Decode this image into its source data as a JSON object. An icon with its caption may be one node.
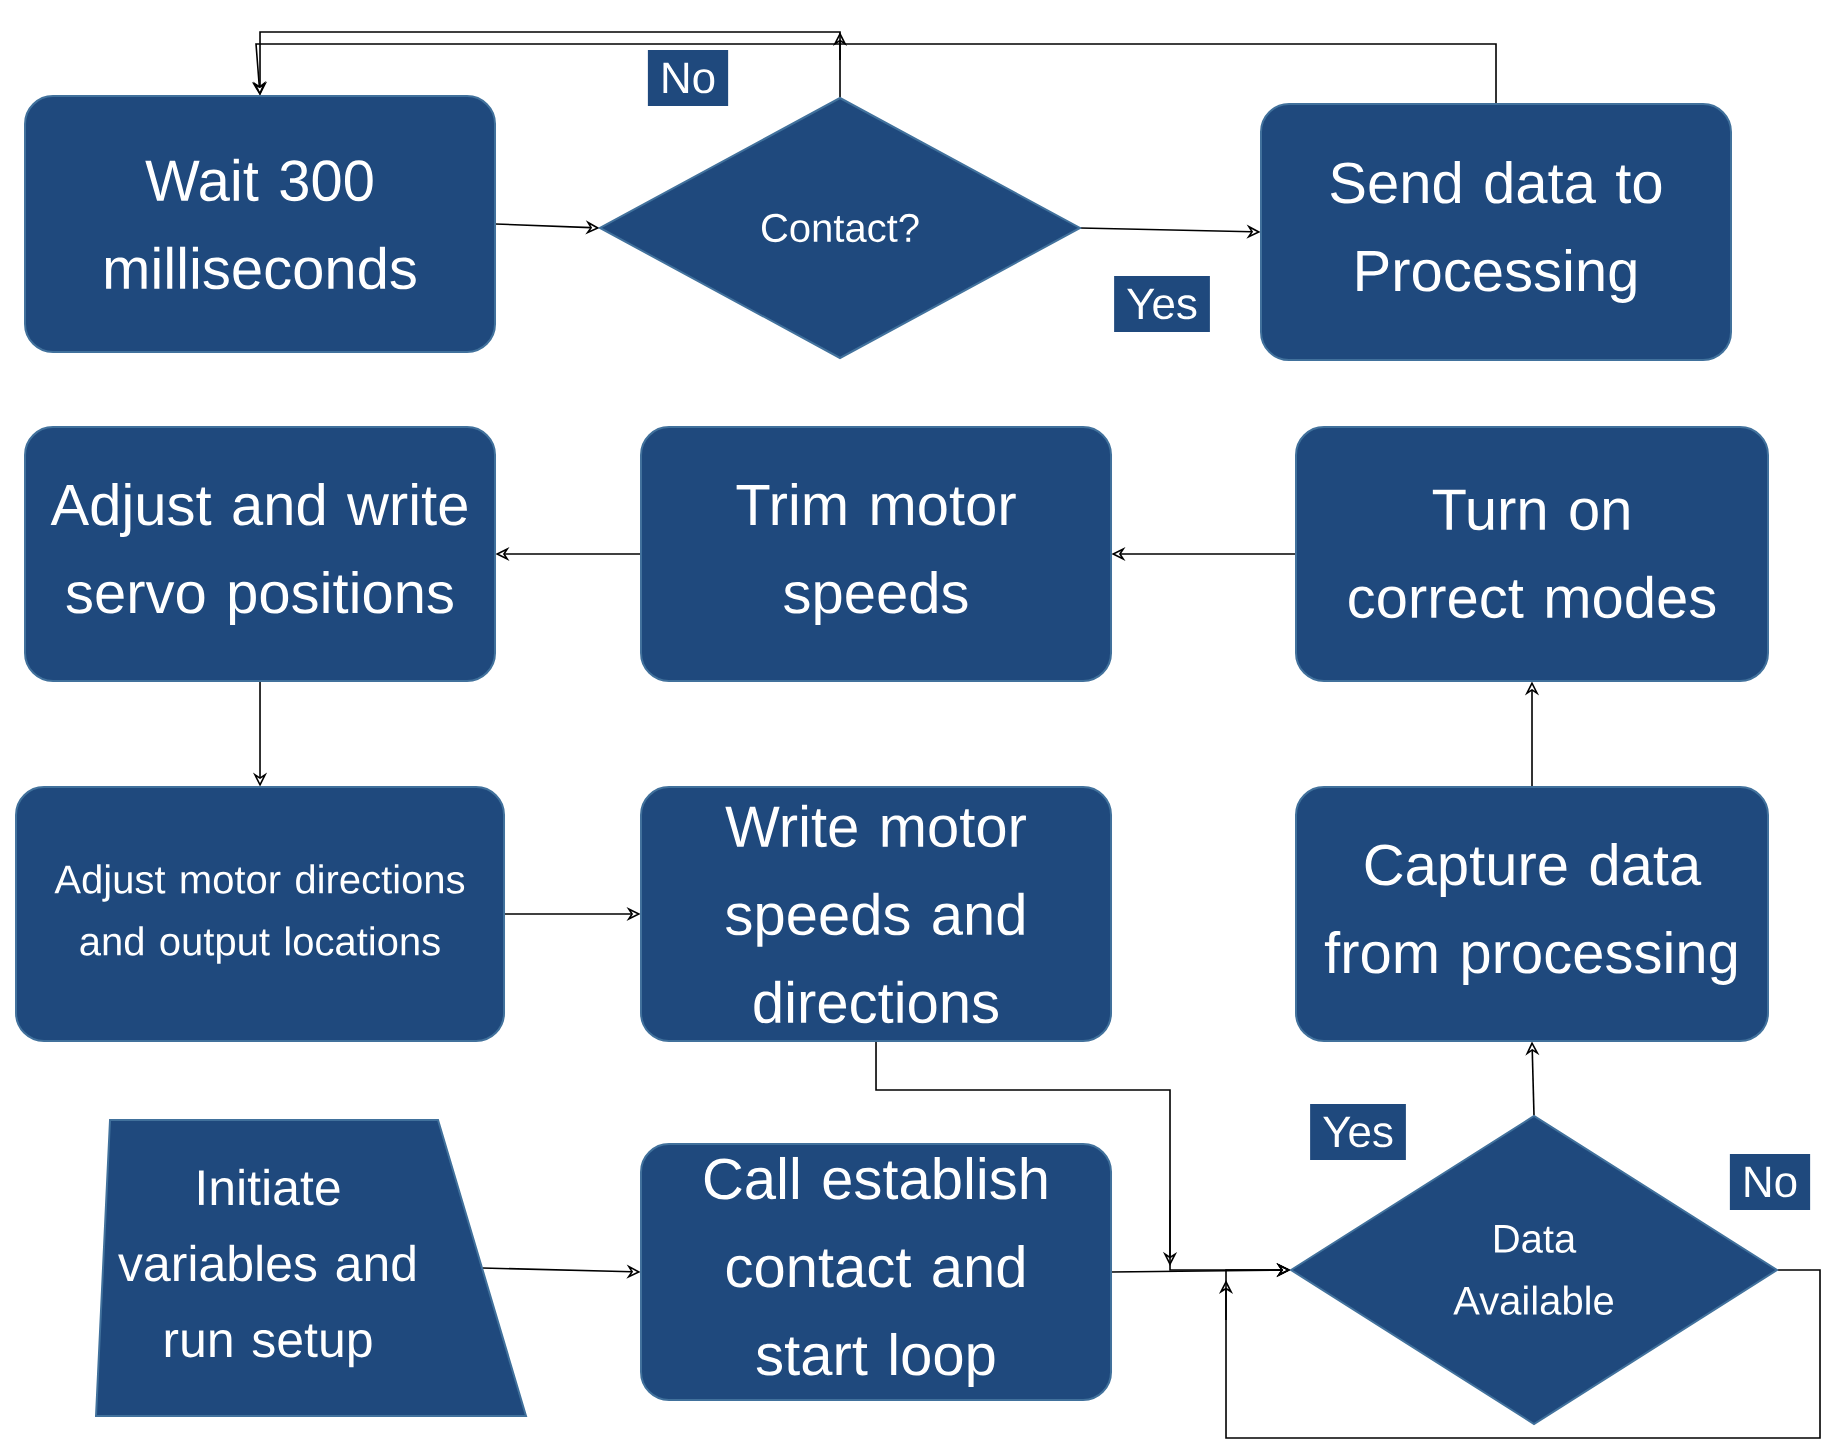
{
  "diagram": {
    "nodes": [
      {
        "text": [
          "Wait 300 milliseconds"
        ]
      },
      {
        "text": [
          "Contact?"
        ]
      },
      {
        "text": [
          "Send data to Processing"
        ]
      },
      {
        "text": [
          "Adjust and write servo positions"
        ]
      },
      {
        "text": [
          "Trim motor speeds"
        ]
      },
      {
        "text": [
          "Turn on correct modes"
        ]
      },
      {
        "text": [
          "Adjust motor directions and output locations"
        ]
      },
      {
        "text": [
          "Write motor speeds and directions"
        ]
      },
      {
        "text": [
          "Capture data from processing"
        ]
      },
      {
        "text": [
          "Initiate variables and run setup"
        ]
      },
      {
        "text": [
          "Call establish contact and start loop"
        ]
      },
      {
        "text": [
          "Data Available"
        ]
      }
    ],
    "edges": [
      {
        "from": 0,
        "to": 1,
        "arrow": "to"
      },
      {
        "from": 1,
        "to": 2,
        "arrow": "to",
        "label": "Yes"
      },
      {
        "from": 1,
        "to": 0,
        "arrow": "to",
        "label": "No"
      },
      {
        "from": 2,
        "to": 0,
        "arrow": "to"
      },
      {
        "from": 4,
        "to": 3,
        "arrow": "to"
      },
      {
        "from": 5,
        "to": 4,
        "arrow": "to"
      },
      {
        "from": 3,
        "to": 6,
        "arrow": "to"
      },
      {
        "from": 6,
        "to": 7,
        "arrow": "to"
      },
      {
        "from": 8,
        "to": 5,
        "arrow": "to"
      },
      {
        "from": 11,
        "to": 8,
        "arrow": "to",
        "label": "Yes"
      },
      {
        "from": 9,
        "to": 10,
        "arrow": "to"
      },
      {
        "from": 10,
        "to": 11,
        "arrow": "to"
      },
      {
        "from": 7,
        "to": 11,
        "arrow": "to"
      },
      {
        "from": 11,
        "to": 11,
        "arrow": "to",
        "label": "No"
      }
    ]
  }
}
